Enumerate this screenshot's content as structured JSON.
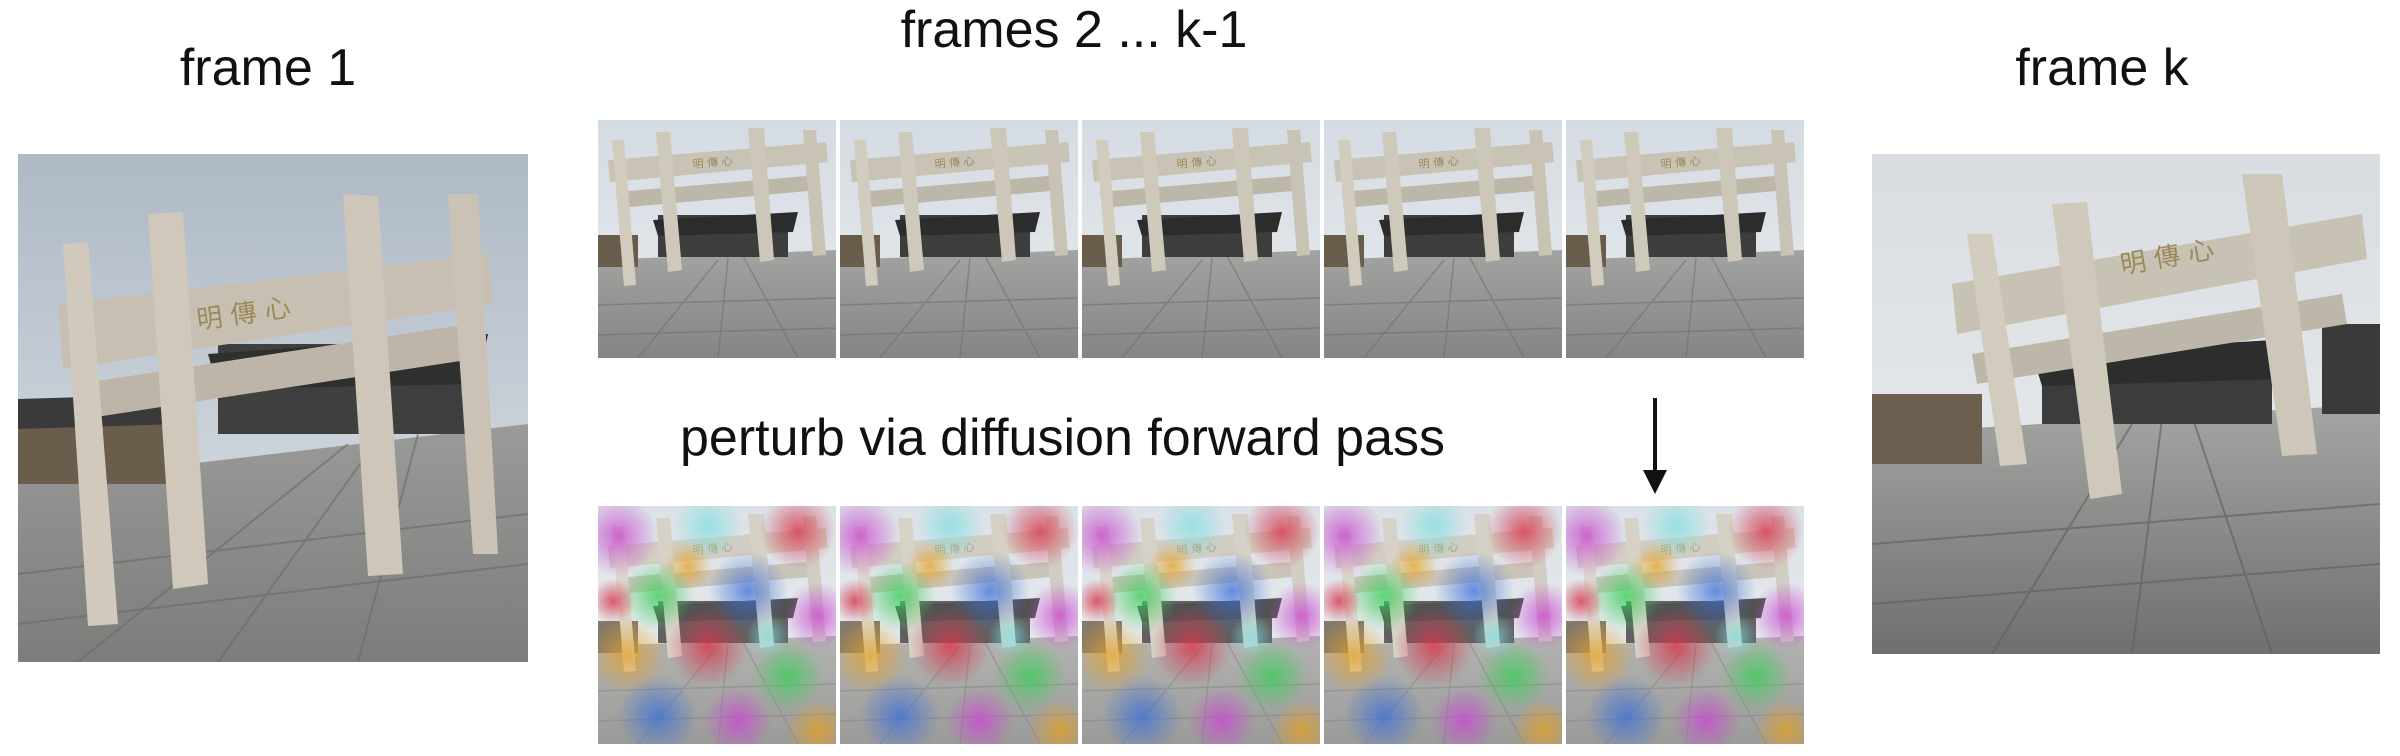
{
  "labels": {
    "first": "frame 1",
    "middle": "frames 2 ... k-1",
    "last": "frame k",
    "perturb": "perturb via diffusion forward pass"
  },
  "frames": {
    "clean_count": 5,
    "noisy_count": 5
  },
  "icons": {
    "arrow": "arrow-down-icon"
  },
  "colors": {
    "sky": "#c9d3dc",
    "stone": "#b9b3a8",
    "ground": "#8f8f8f",
    "roof": "#3f3f3f"
  }
}
